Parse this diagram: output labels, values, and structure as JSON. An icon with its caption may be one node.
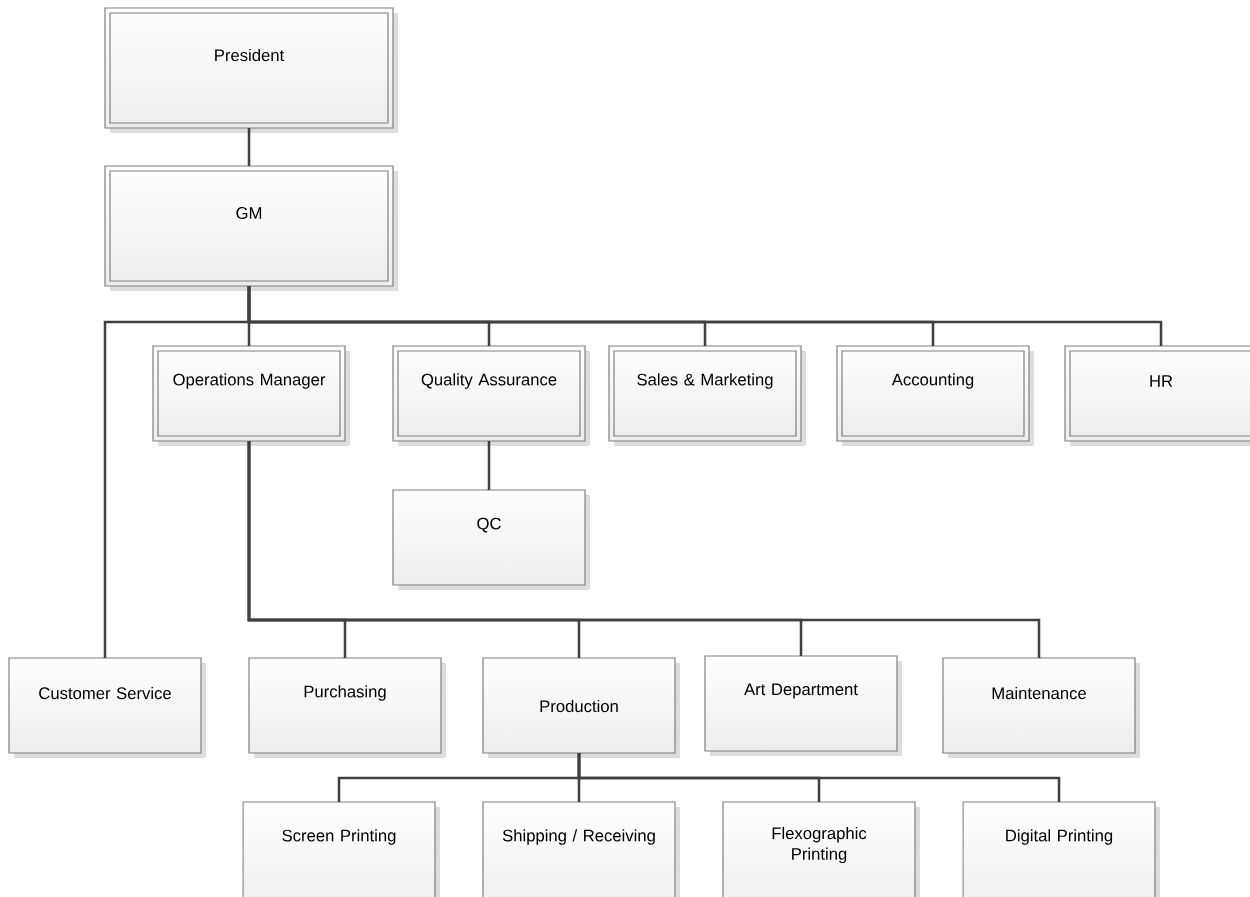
{
  "diagram": {
    "nodes": [
      {
        "text": [
          "President"
        ]
      },
      {
        "text": [
          "GM"
        ]
      },
      {
        "text": [
          "Operations Manager"
        ]
      },
      {
        "text": [
          "Quality Assurance"
        ]
      },
      {
        "text": [
          "Sales & Marketing"
        ]
      },
      {
        "text": [
          "Accounting"
        ]
      },
      {
        "text": [
          "HR"
        ]
      },
      {
        "text": [
          "QC"
        ]
      },
      {
        "text": [
          "Customer Service"
        ]
      },
      {
        "text": [
          "Purchasing"
        ]
      },
      {
        "text": [
          "Production"
        ]
      },
      {
        "text": [
          "Art Department"
        ]
      },
      {
        "text": [
          "Maintenance"
        ]
      },
      {
        "text": [
          "Screen Printing"
        ]
      },
      {
        "text": [
          "Shipping / Receiving"
        ]
      },
      {
        "text": [
          "Flexographic Printing"
        ]
      },
      {
        "text": [
          "Digital Printing"
        ]
      }
    ],
    "edges": [
      {
        "from": 0,
        "to": 1,
        "arrow": "none"
      },
      {
        "from": 1,
        "to": 8,
        "arrow": "none"
      },
      {
        "from": 1,
        "to": 2,
        "arrow": "none"
      },
      {
        "from": 1,
        "to": 3,
        "arrow": "none"
      },
      {
        "from": 1,
        "to": 4,
        "arrow": "none"
      },
      {
        "from": 1,
        "to": 5,
        "arrow": "none"
      },
      {
        "from": 1,
        "to": 6,
        "arrow": "none"
      },
      {
        "from": 3,
        "to": 7,
        "arrow": "none"
      },
      {
        "from": 2,
        "to": 9,
        "arrow": "none"
      },
      {
        "from": 2,
        "to": 10,
        "arrow": "none"
      },
      {
        "from": 2,
        "to": 11,
        "arrow": "none"
      },
      {
        "from": 2,
        "to": 12,
        "arrow": "none"
      },
      {
        "from": 10,
        "to": 13,
        "arrow": "none"
      },
      {
        "from": 10,
        "to": 14,
        "arrow": "none"
      },
      {
        "from": 10,
        "to": 15,
        "arrow": "none"
      },
      {
        "from": 10,
        "to": 16,
        "arrow": "none"
      }
    ]
  }
}
